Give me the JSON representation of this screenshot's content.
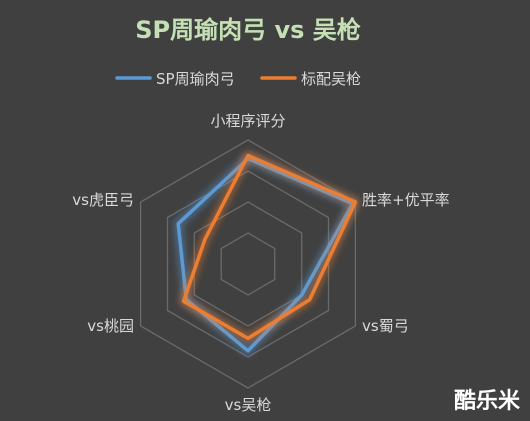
{
  "chart_data": {
    "type": "radar",
    "title": "SP周瑜肉弓 vs 吴枪",
    "categories": [
      "小程序评分",
      "胜率+优平率",
      "vs蜀弓",
      "vs吴枪",
      "vs桃园",
      "vs虎臣弓"
    ],
    "rlim": [
      0,
      4
    ],
    "grid": true,
    "legend": "top",
    "series": [
      {
        "name": "SP周瑜肉弓",
        "color": "#5b9bd5",
        "values": [
          3.4,
          3.9,
          2.0,
          2.8,
          2.3,
          2.6
        ]
      },
      {
        "name": "标配吴枪",
        "color": "#ed7d31",
        "values": [
          3.5,
          4.0,
          2.3,
          2.4,
          2.4,
          1.6
        ]
      }
    ]
  },
  "watermark": "酷乐米"
}
